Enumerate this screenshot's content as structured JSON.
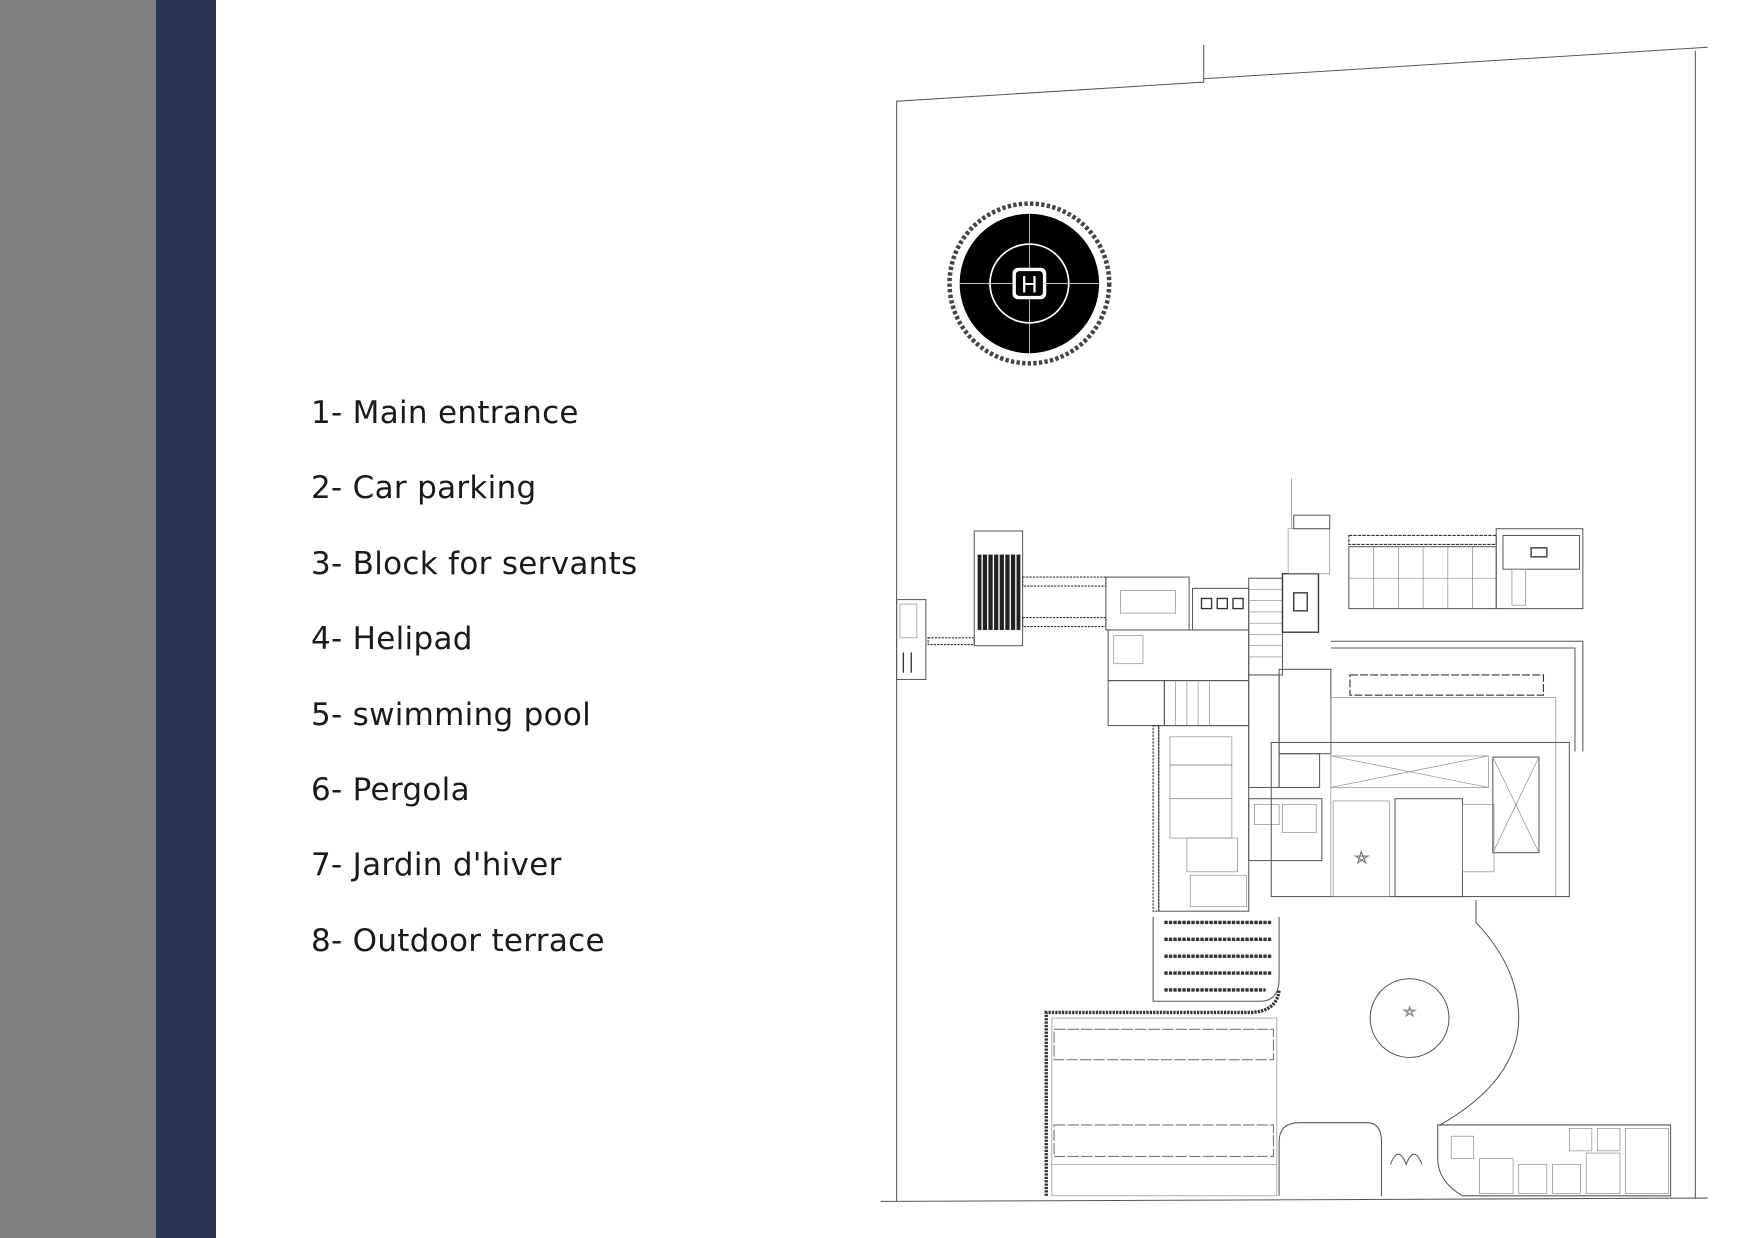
{
  "legend": {
    "items": [
      {
        "label": "1- Main entrance"
      },
      {
        "label": "2- Car parking"
      },
      {
        "label": "3- Block for servants"
      },
      {
        "label": "4- Helipad"
      },
      {
        "label": "5- swimming pool"
      },
      {
        "label": "6- Pergola"
      },
      {
        "label": "7- Jardin d'hiver"
      },
      {
        "label": "8- Outdoor terrace"
      }
    ]
  },
  "site_plan": {
    "helipad_mark": "H"
  },
  "colors": {
    "side_gray": "#7f7f7f",
    "side_navy": "#283352"
  }
}
